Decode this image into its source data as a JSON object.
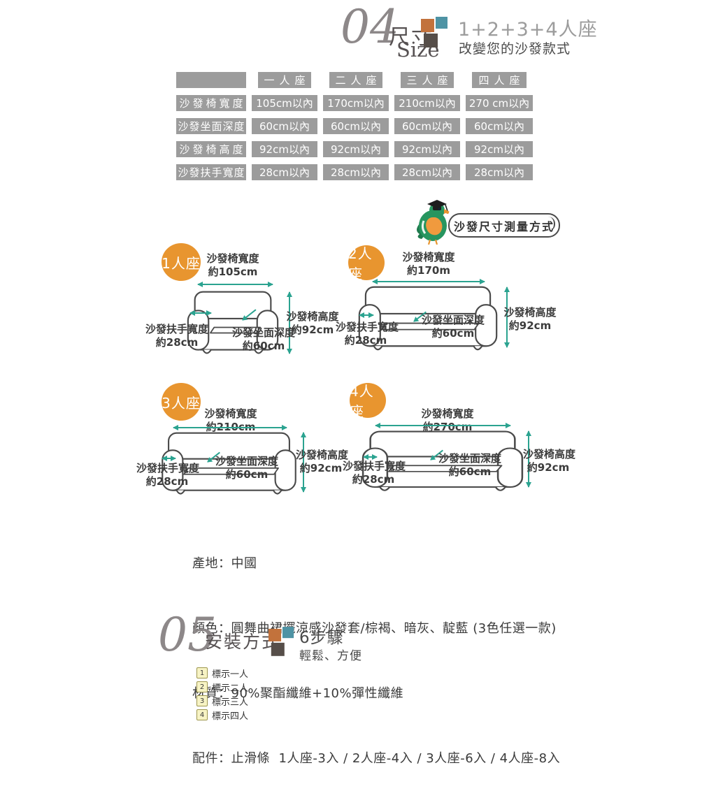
{
  "colors": {
    "accent_orange": "#E8952F",
    "square_orange": "#C2723C",
    "square_teal": "#4E93A4",
    "square_dark": "#564E49",
    "arrow_teal": "#2BA390",
    "table_gray": "#9C9C9C",
    "text_dark": "#3C3C3C",
    "text_gray": "#9C9C9C",
    "legend_yellow": "#F7F3C4",
    "mascot_green": "#27955F"
  },
  "section_size": {
    "number": "04",
    "title": "尺寸",
    "title_en": "Size",
    "headline": "1+2+3+4人座",
    "subheadline": "改變您的沙發款式"
  },
  "size_table": {
    "columns": [
      "一人座",
      "二人座",
      "三人座",
      "四人座"
    ],
    "rows": [
      {
        "label": "沙發椅寬度",
        "values": [
          "105cm以內",
          "170cm以內",
          "210cm以內",
          "270 cm以內"
        ]
      },
      {
        "label": "沙發坐面深度",
        "values": [
          "60cm以內",
          "60cm以內",
          "60cm以內",
          "60cm以內"
        ]
      },
      {
        "label": "沙發椅高度",
        "values": [
          "92cm以內",
          "92cm以內",
          "92cm以內",
          "92cm以內"
        ]
      },
      {
        "label": "沙發扶手寬度",
        "values": [
          "28cm以內",
          "28cm以內",
          "28cm以內",
          "28cm以內"
        ]
      }
    ]
  },
  "measure_tip": {
    "mascot_icon": "graduate-bird",
    "label": "沙發尺寸測量方式"
  },
  "diagrams": [
    {
      "badge": "1人座",
      "width_label": "沙發椅寬度",
      "width_value": "約105cm",
      "height_label": "沙發椅高度",
      "height_value": "約92cm",
      "arm_label": "沙發扶手寬度",
      "arm_value": "約28cm",
      "seat_label": "沙發坐面深度",
      "seat_value": "約60cm"
    },
    {
      "badge": "2人座",
      "width_label": "沙發椅寬度",
      "width_value": "約170m",
      "height_label": "沙發椅高度",
      "height_value": "約92cm",
      "arm_label": "沙發扶手寬度",
      "arm_value": "約28cm",
      "seat_label": "沙發坐面深度",
      "seat_value": "約60cm"
    },
    {
      "badge": "3人座",
      "width_label": "沙發椅寬度",
      "width_value": "約210cm",
      "height_label": "沙發椅高度",
      "height_value": "約92cm",
      "arm_label": "沙發扶手寬度",
      "arm_value": "約28cm",
      "seat_label": "沙發坐面深度",
      "seat_value": "約60cm"
    },
    {
      "badge": "4人座",
      "width_label": "沙發椅寬度",
      "width_value": "約270cm",
      "height_label": "沙發椅高度",
      "height_value": "約92cm",
      "arm_label": "沙發扶手寬度",
      "arm_value": "約28cm",
      "seat_label": "沙發坐面深度",
      "seat_value": "約60cm"
    }
  ],
  "product_info": {
    "lines": [
      "產地：中國",
      "顏色：圓舞曲裙擺涼感沙發套/棕褐、暗灰、靛藍 (3色任選一款)",
      "材質：90%聚酯纖維+10%彈性纖維",
      "配件：止滑條  1人座-3入 / 2人座-4入 / 3人座-6入 / 4人座-8入"
    ]
  },
  "section_install": {
    "number": "05",
    "title": "安裝方式",
    "headline": "6步驟",
    "subheadline": "輕鬆、方便",
    "legend": [
      {
        "num": "1",
        "label": "標示一人"
      },
      {
        "num": "2",
        "label": "標示二人"
      },
      {
        "num": "3",
        "label": "標示三人"
      },
      {
        "num": "4",
        "label": "標示四人"
      }
    ]
  }
}
